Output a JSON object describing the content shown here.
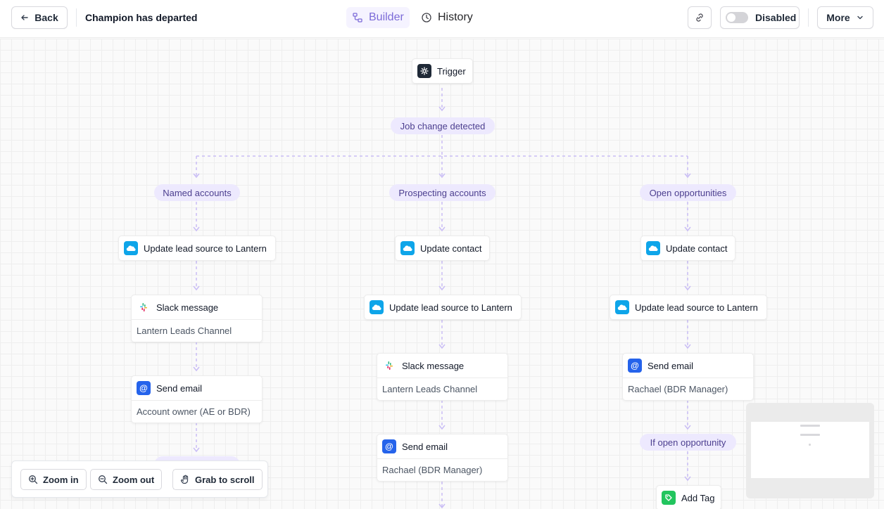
{
  "header": {
    "back_label": "Back",
    "title": "Champion has departed",
    "tabs": {
      "builder": "Builder",
      "history": "History"
    },
    "toggle_label": "Disabled",
    "more_label": "More"
  },
  "flow": {
    "trigger": "Trigger",
    "condition": "Job change detected",
    "branches": {
      "named": {
        "label": "Named accounts",
        "step1": "Update lead source to Lantern",
        "step2_title": "Slack message",
        "step2_detail": "Lantern Leads Channel",
        "step3_title": "Send email",
        "step3_detail": "Account owner (AE or BDR)"
      },
      "prospecting": {
        "label": "Prospecting accounts",
        "step1": "Update contact",
        "step2": "Update lead source to Lantern",
        "step3_title": "Slack message",
        "step3_detail": "Lantern Leads Channel",
        "step4_title": "Send email",
        "step4_detail": "Rachael (BDR Manager)"
      },
      "opportunities": {
        "label": "Open opportunities",
        "step1": "Update contact",
        "step2": "Update lead source to Lantern",
        "step3_title": "Send email",
        "step3_detail": "Rachael (BDR Manager)",
        "condition": "If open opportunity",
        "step4": "Add Tag"
      }
    }
  },
  "zoom": {
    "zoom_in": "Zoom in",
    "zoom_out": "Zoom out",
    "grab": "Grab to scroll"
  },
  "colors": {
    "accent": "#7c6bd8",
    "pill_bg": "#ede9fe",
    "salesforce": "#0ea5e9",
    "email": "#2563eb",
    "tag": "#22c55e"
  }
}
